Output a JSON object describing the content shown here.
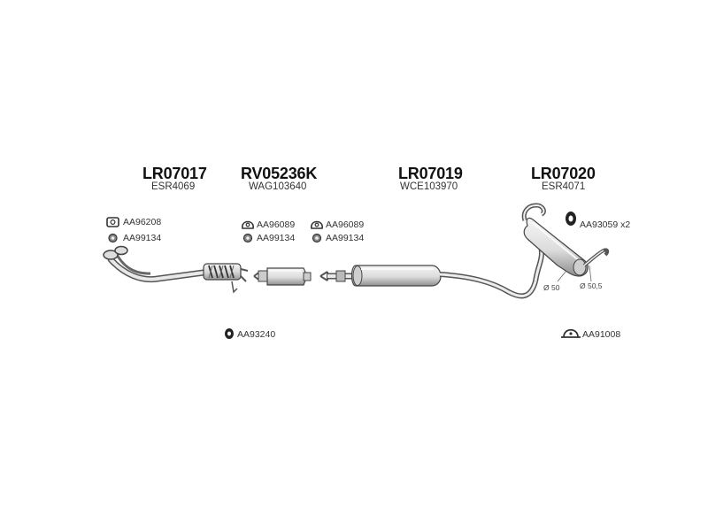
{
  "sections": [
    {
      "part": "LR07017",
      "oem": "ESR4069"
    },
    {
      "part": "RV05236K",
      "oem": "WAG103640"
    },
    {
      "part": "LR07019",
      "oem": "WCE103970"
    },
    {
      "part": "LR07020",
      "oem": "ESR4071"
    }
  ],
  "fittings": [
    {
      "code": "AA96208",
      "icon": "gasket-icon"
    },
    {
      "code": "AA99134",
      "icon": "nut-icon"
    },
    {
      "code": "AA96089",
      "icon": "gasket-icon"
    },
    {
      "code": "AA99134",
      "icon": "nut-icon"
    },
    {
      "code": "AA96089",
      "icon": "gasket-icon"
    },
    {
      "code": "AA99134",
      "icon": "nut-icon"
    },
    {
      "code": "AA93240",
      "icon": "rubber-mount-icon"
    },
    {
      "code": "AA93059",
      "qty": "x2",
      "icon": "rubber-ring-icon"
    },
    {
      "code": "AA91008",
      "icon": "clamp-icon"
    }
  ],
  "dimensions": [
    "Ø 50",
    "Ø 50,5"
  ],
  "colors": {
    "line": "#555555",
    "fill": "#e6e6e6",
    "dark": "#333333"
  }
}
